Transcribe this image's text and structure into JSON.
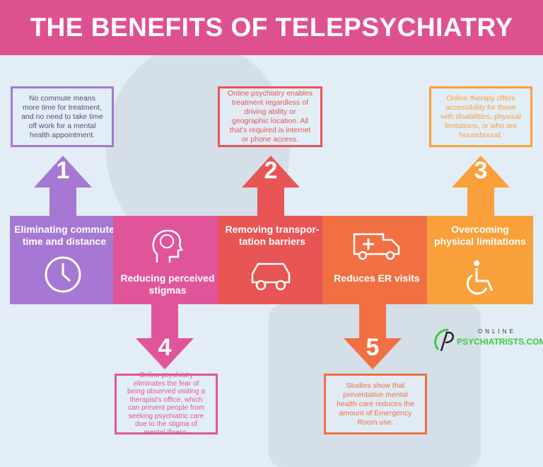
{
  "title": "THE BENEFITS OF TELEPSYCHIATRY",
  "colors": {
    "header": "#de5190",
    "purple": "#a678d3",
    "pink": "#e0559a",
    "red": "#e95454",
    "orangered": "#f07044",
    "orange": "#f9a03a"
  },
  "benefits": [
    {
      "number": "1",
      "label": "Eliminating commute time and distance",
      "icon": "clock-icon",
      "description": "No commute means more time for treatment, and no need to take time off work for a mental health appointment."
    },
    {
      "number": "4",
      "label": "Reducing perceived stigmas",
      "icon": "head-brain-icon",
      "description": "Online psychiatry eliminates the fear of being observed visiting a therapist's office, which can prevent people from seeking psychiatric care due to the stigma of mental illness."
    },
    {
      "number": "2",
      "label": "Removing transpor-tation barriers",
      "icon": "car-icon",
      "description": "Online psychiatry enables treatment regardless of driving ability or geographic location. All that's required is internet or phone access."
    },
    {
      "number": "5",
      "label": "Reduces ER visits",
      "icon": "ambulance-icon",
      "description": "Studies show that preventative mental health care reduces the amount of Emergency Room use."
    },
    {
      "number": "3",
      "label": "Overcoming physical limitations",
      "icon": "wheelchair-icon",
      "description": "Online therapy offers accessibility for those with disabilities, physical limitations, or who are housebound."
    }
  ],
  "logo": {
    "top": "ONLINE",
    "bottom": "PSYCHIATRISTS.COM"
  }
}
